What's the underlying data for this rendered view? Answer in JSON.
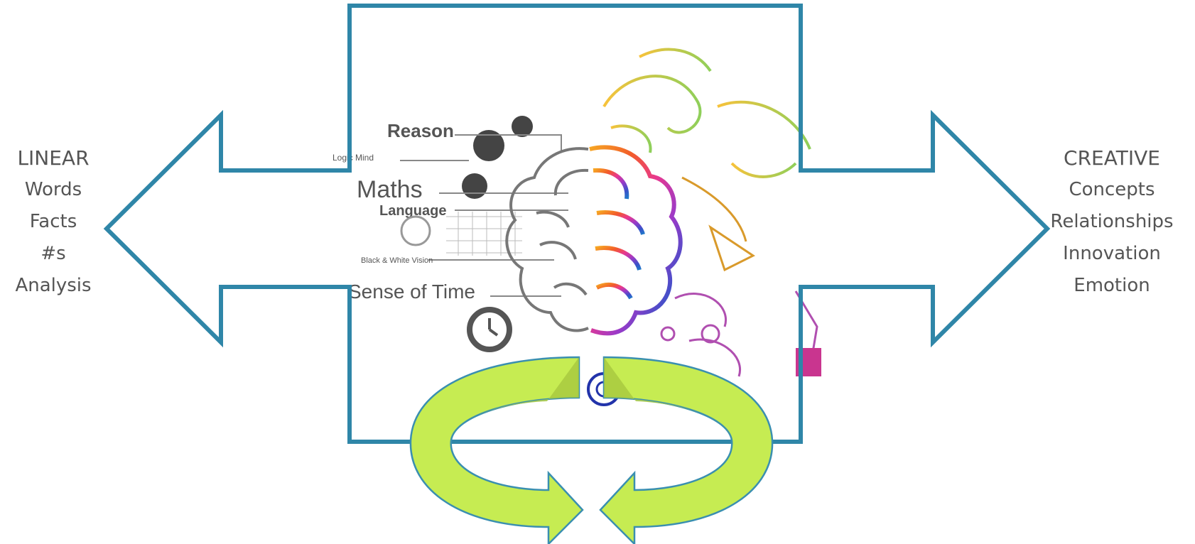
{
  "left": {
    "heading": "LINEAR",
    "items": [
      "Words",
      "Facts",
      "#s",
      "Analysis"
    ]
  },
  "right": {
    "heading": "CREATIVE",
    "items": [
      "Concepts",
      "Relationships",
      "Innovation",
      "Emotion"
    ]
  },
  "illustration": {
    "left_labels": [
      "Reason",
      "Logic Mind",
      "Maths",
      "Language",
      "Black & White Vision",
      "Sense of Time"
    ]
  },
  "colors": {
    "frame_stroke": "#2f86a8",
    "text": "#555555",
    "cycle_fill": "#c6ec52",
    "cycle_fill_dark": "#a6c83f",
    "cycle_stroke": "#3a8fb0",
    "brain_left": "#666666"
  }
}
